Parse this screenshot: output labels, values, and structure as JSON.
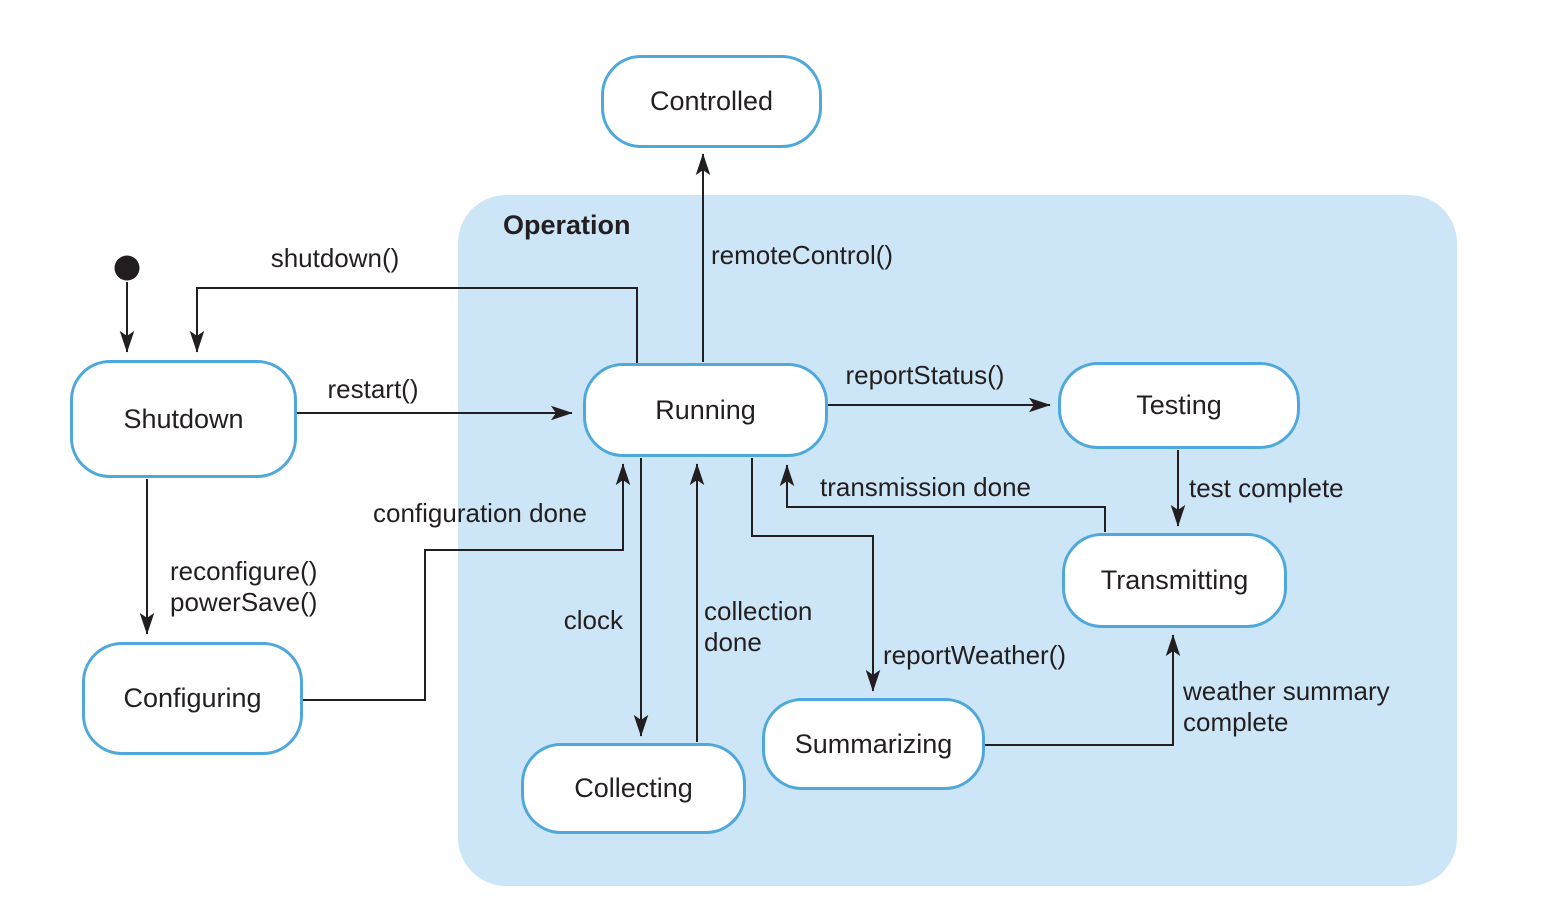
{
  "diagram": {
    "kind": "uml-state-machine",
    "colors": {
      "state_border": "#4FA8DC",
      "state_fill": "#FFFFFF",
      "composite_fill": "#CDE6F7",
      "line": "#231F20",
      "text": "#231F20"
    },
    "composite": {
      "label": "Operation"
    },
    "states": {
      "controlled": {
        "label": "Controlled"
      },
      "shutdown": {
        "label": "Shutdown"
      },
      "configuring": {
        "label": "Configuring"
      },
      "running": {
        "label": "Running"
      },
      "testing": {
        "label": "Testing"
      },
      "transmitting": {
        "label": "Transmitting"
      },
      "summarizing": {
        "label": "Summarizing"
      },
      "collecting": {
        "label": "Collecting"
      }
    },
    "transitions": {
      "initial": {
        "from": "initial",
        "to": "Shutdown",
        "label": ""
      },
      "shutdown_event": {
        "from": "Running",
        "to": "Shutdown",
        "label": "shutdown()"
      },
      "restart": {
        "from": "Shutdown",
        "to": "Running",
        "label": "restart()"
      },
      "reconfigure": {
        "from": "Shutdown",
        "to": "Configuring",
        "labels": [
          "reconfigure()",
          "powerSave()"
        ]
      },
      "configuration_done": {
        "from": "Configuring",
        "to": "Running",
        "label": "configuration done"
      },
      "remote_control": {
        "from": "Running",
        "to": "Controlled",
        "label": "remoteControl()"
      },
      "report_status": {
        "from": "Running",
        "to": "Testing",
        "label": "reportStatus()"
      },
      "test_complete": {
        "from": "Testing",
        "to": "Transmitting",
        "label": "test complete"
      },
      "transmission_done": {
        "from": "Transmitting",
        "to": "Running",
        "label": "transmission done"
      },
      "clock": {
        "from": "Running",
        "to": "Collecting",
        "label": "clock"
      },
      "collection_done": {
        "from": "Collecting",
        "to": "Running",
        "labels": [
          "collection",
          "done"
        ]
      },
      "report_weather": {
        "from": "Running",
        "to": "Summarizing",
        "label": "reportWeather()"
      },
      "weather_summary": {
        "from": "Summarizing",
        "to": "Transmitting",
        "labels": [
          "weather summary",
          "complete"
        ]
      }
    }
  }
}
